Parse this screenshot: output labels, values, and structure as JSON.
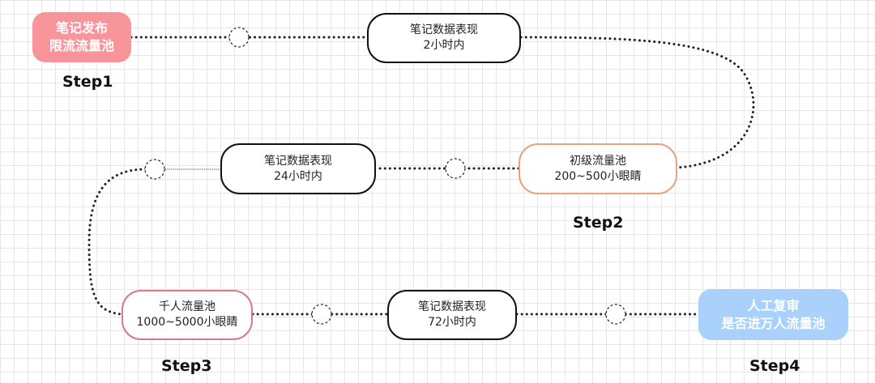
{
  "nodes": {
    "publish": {
      "line1": "笔记发布",
      "line2": "限流流量池",
      "color": "#f7959a"
    },
    "data_2h": {
      "line1": "笔记数据表现",
      "line2": "2小时内"
    },
    "initial_pool": {
      "line1": "初级流量池",
      "line2": "200~500小眼睛",
      "color": "#e8a27f"
    },
    "data_24h": {
      "line1": "笔记数据表现",
      "line2": "24小时内"
    },
    "thousand_pool": {
      "line1": "千人流量池",
      "line2": "1000~5000小眼睛",
      "color": "#d87b86"
    },
    "data_72h": {
      "line1": "笔记数据表现",
      "line2": "72小时内"
    },
    "manual_review": {
      "line1": "人工复审",
      "line2": "是否进万人流量池",
      "color": "#a9d1fb"
    }
  },
  "steps": {
    "step1": "Step1",
    "step2": "Step2",
    "step3": "Step3",
    "step4": "Step4"
  }
}
